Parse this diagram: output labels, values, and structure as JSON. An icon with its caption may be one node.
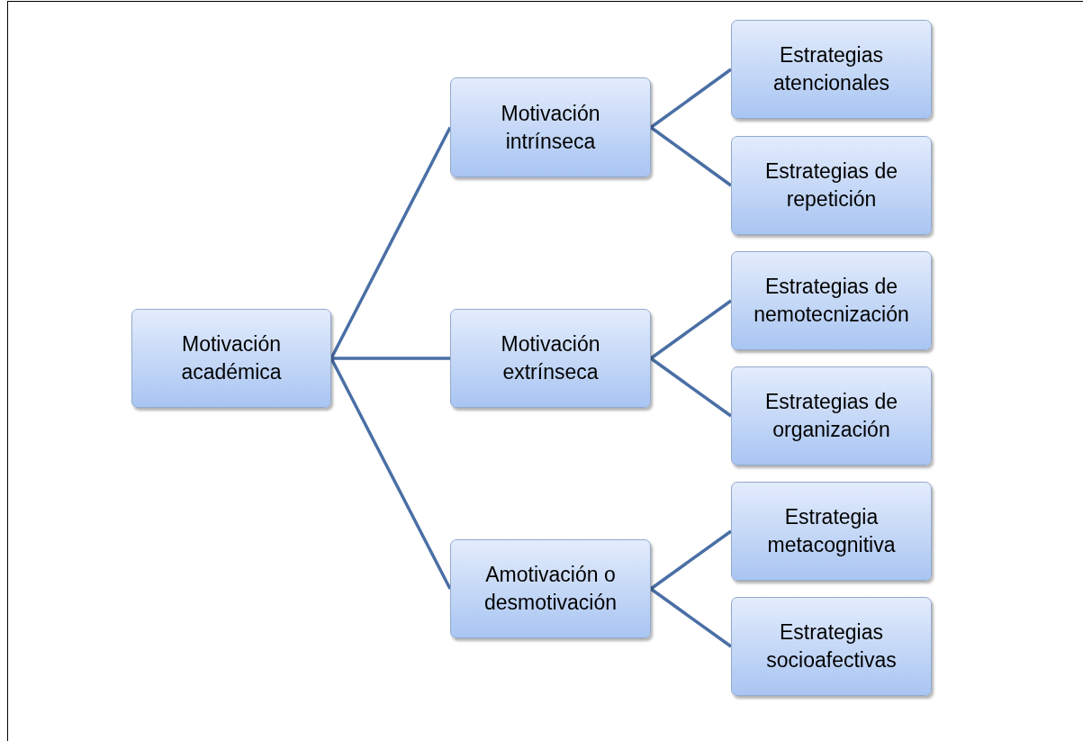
{
  "diagram": {
    "nodes": [
      {
        "text": [
          "Motivación académica"
        ]
      },
      {
        "text": [
          "Motivación intrínseca"
        ]
      },
      {
        "text": [
          "Motivación extrínseca"
        ]
      },
      {
        "text": [
          "Amotivación o desmotivación"
        ]
      },
      {
        "text": [
          "Estrategias atencionales"
        ]
      },
      {
        "text": [
          "Estrategias de repetición"
        ]
      },
      {
        "text": [
          "Estrategias de nemotecnización"
        ]
      },
      {
        "text": [
          "Estrategias de organización"
        ]
      },
      {
        "text": [
          "Estrategia metacognitiva"
        ]
      },
      {
        "text": [
          "Estrategias socioafectivas"
        ]
      }
    ],
    "edges": [
      {
        "from": 0,
        "to": 1,
        "arrow": "none"
      },
      {
        "from": 0,
        "to": 2,
        "arrow": "none"
      },
      {
        "from": 0,
        "to": 3,
        "arrow": "none"
      },
      {
        "from": 1,
        "to": 4,
        "arrow": "none"
      },
      {
        "from": 1,
        "to": 5,
        "arrow": "none"
      },
      {
        "from": 2,
        "to": 6,
        "arrow": "none"
      },
      {
        "from": 2,
        "to": 7,
        "arrow": "none"
      },
      {
        "from": 3,
        "to": 8,
        "arrow": "none"
      },
      {
        "from": 3,
        "to": 9,
        "arrow": "none"
      }
    ]
  }
}
